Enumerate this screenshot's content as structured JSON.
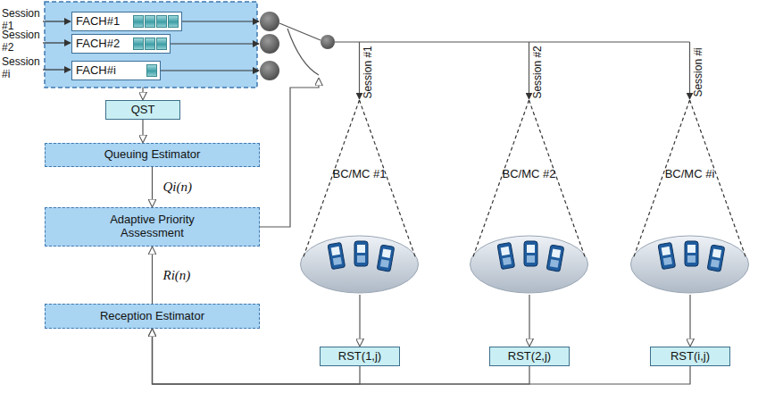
{
  "diagram": {
    "nodes": [
      {
        "text": [
          "FACH#1"
        ]
      },
      {
        "text": [
          "FACH#2"
        ]
      },
      {
        "text": [
          "FACH#i"
        ]
      },
      {
        "text": [
          "QST"
        ]
      },
      {
        "text": [
          "Queuing Estimator"
        ]
      },
      {
        "text": [
          "Adaptive Priority Assessment"
        ]
      },
      {
        "text": [
          "Reception Estimator"
        ]
      },
      {
        "text": [
          "BC/MC #1"
        ]
      },
      {
        "text": [
          "BC/MC #2"
        ]
      },
      {
        "text": [
          "BC/MC #i"
        ]
      },
      {
        "text": [
          "RST(1,j)"
        ]
      },
      {
        "text": [
          "RST(2,j)"
        ]
      },
      {
        "text": [
          "RST(i,j)"
        ]
      }
    ],
    "edges": [
      {
        "from": 3,
        "to": 4,
        "arrow": "to"
      },
      {
        "from": 4,
        "to": 5,
        "label": "Qi(n)",
        "arrow": "to"
      },
      {
        "from": 6,
        "to": 5,
        "label": "Ri(n)",
        "arrow": "to"
      },
      {
        "from": 7,
        "to": 10,
        "arrow": "to"
      },
      {
        "from": 8,
        "to": 11,
        "arrow": "to"
      },
      {
        "from": 9,
        "to": 12,
        "arrow": "to"
      },
      {
        "from": 10,
        "to": 6,
        "arrow": "to"
      },
      {
        "from": 11,
        "to": 6,
        "arrow": "to"
      },
      {
        "from": 12,
        "to": 6,
        "arrow": "to"
      }
    ],
    "labels": [
      "Session #1",
      "Session #2",
      "Session #i",
      "Session #1",
      "Session #2",
      "Session #i"
    ]
  }
}
